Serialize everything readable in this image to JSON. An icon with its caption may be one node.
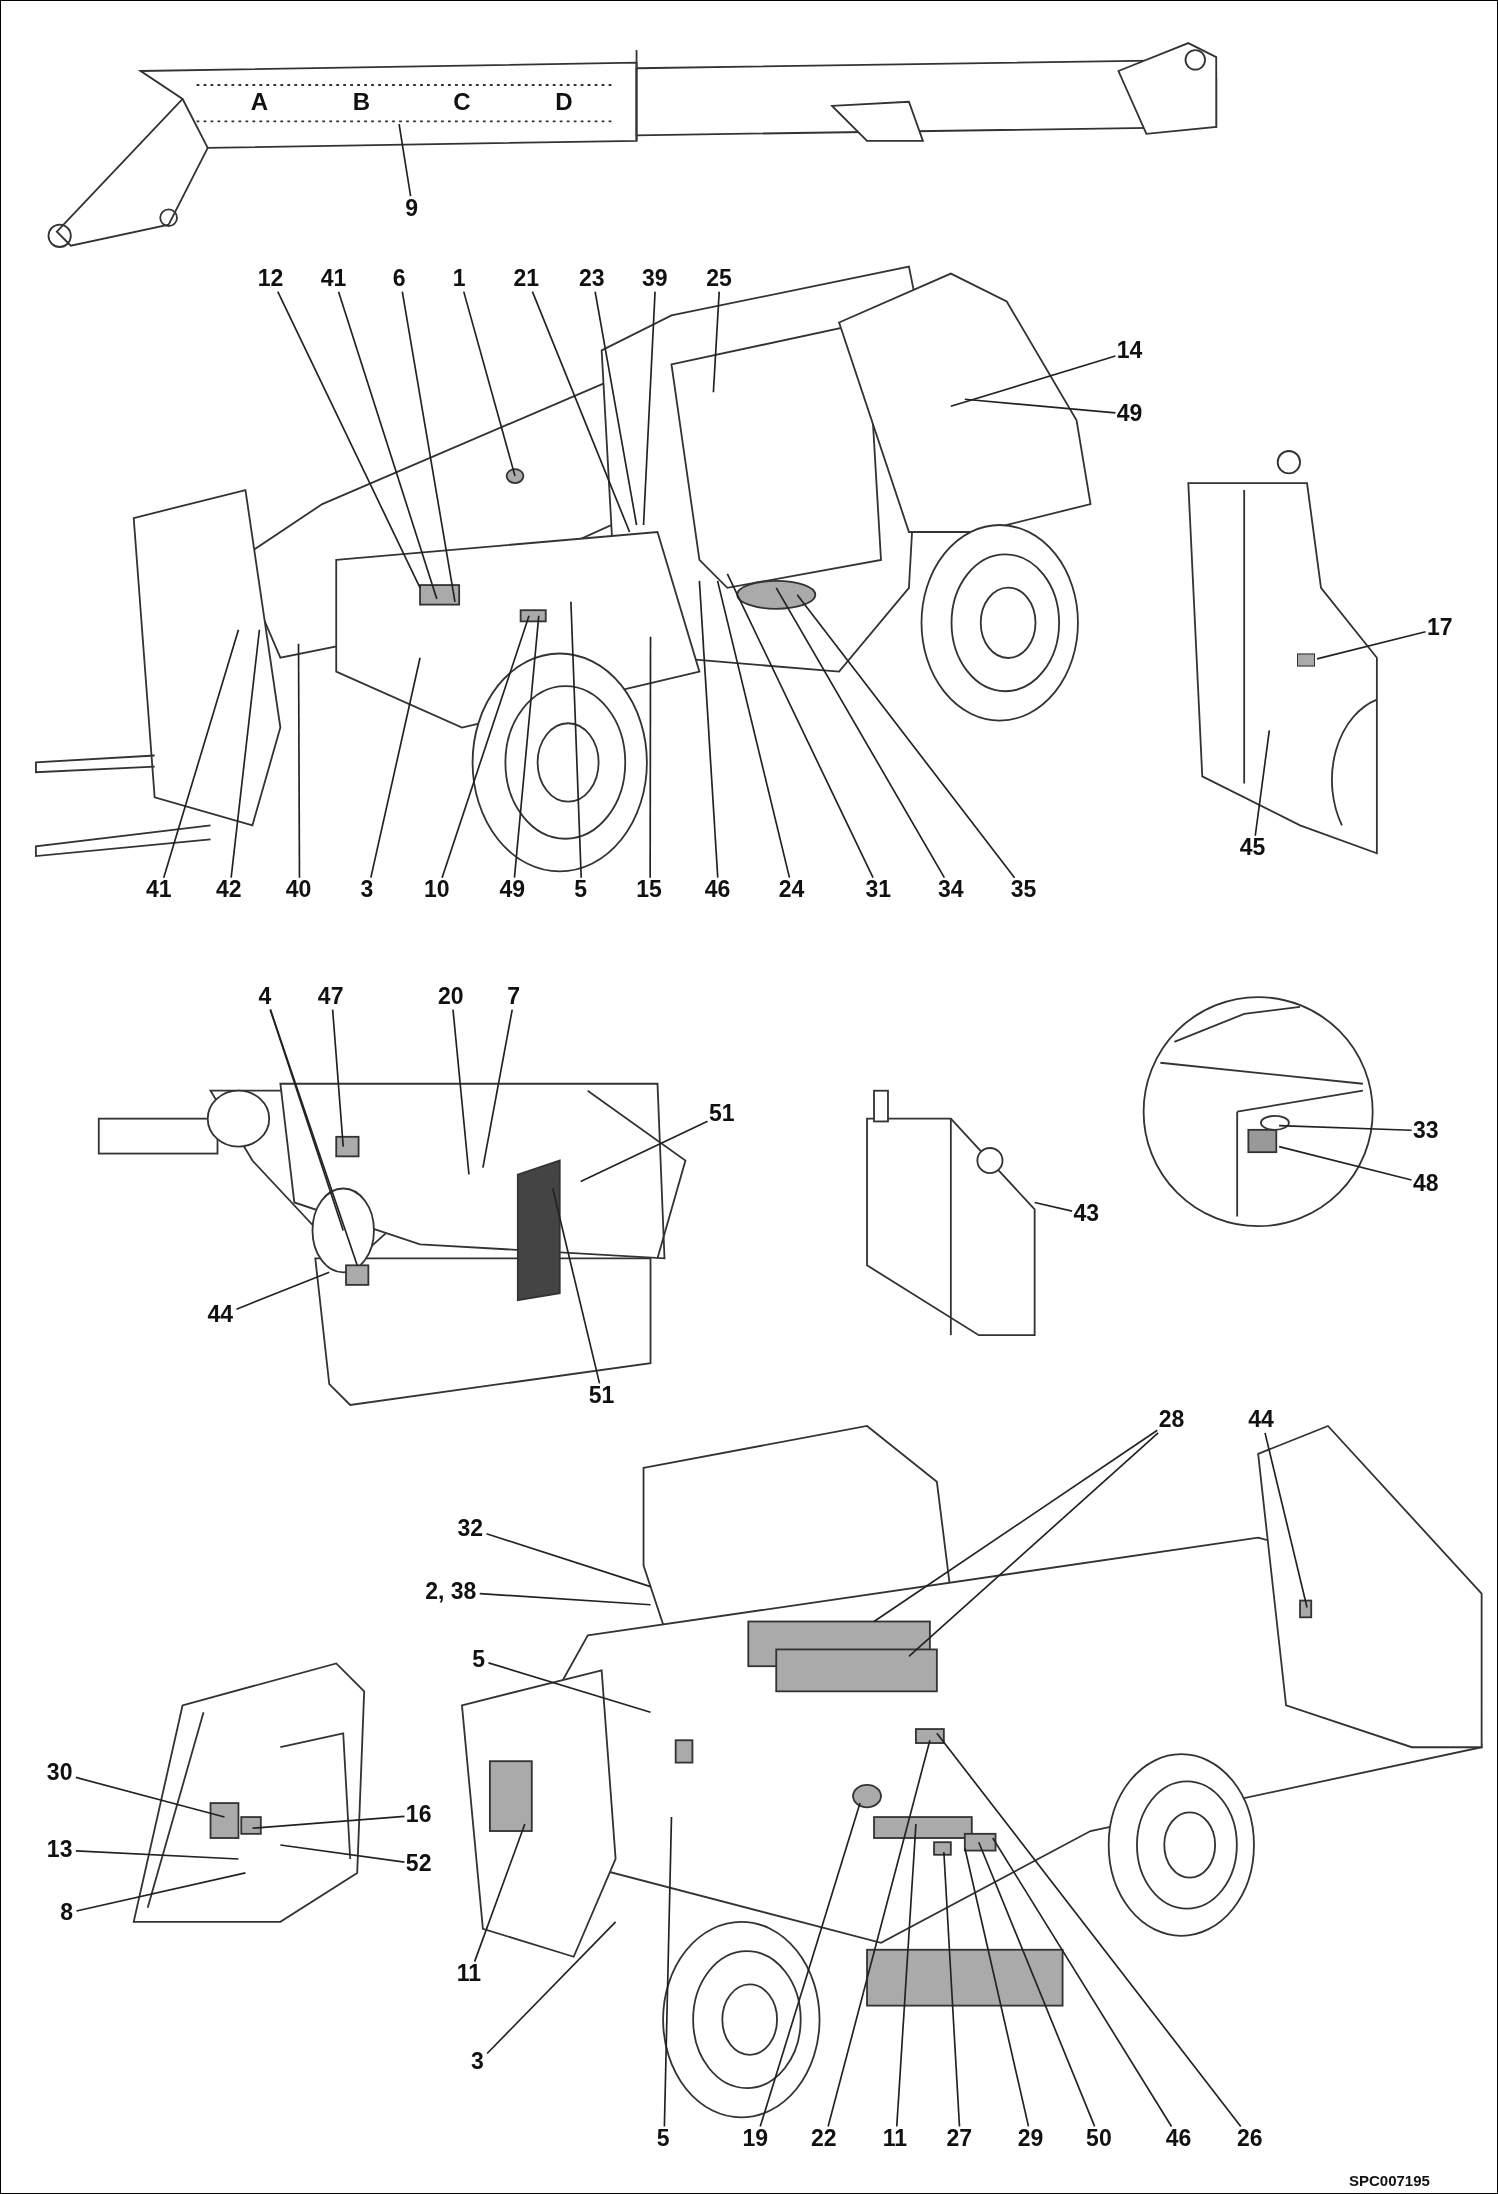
{
  "diagram": {
    "nodes": [
      {
        "text": [
          "9"
        ]
      },
      {
        "text": [
          "12"
        ]
      },
      {
        "text": [
          "41"
        ]
      },
      {
        "text": [
          "6"
        ]
      },
      {
        "text": [
          "1"
        ]
      },
      {
        "text": [
          "21"
        ]
      },
      {
        "text": [
          "23"
        ]
      },
      {
        "text": [
          "39"
        ]
      },
      {
        "text": [
          "25"
        ]
      },
      {
        "text": [
          "14"
        ]
      },
      {
        "text": [
          "49"
        ]
      },
      {
        "text": [
          "17"
        ]
      },
      {
        "text": [
          "41"
        ]
      },
      {
        "text": [
          "42"
        ]
      },
      {
        "text": [
          "40"
        ]
      },
      {
        "text": [
          "3"
        ]
      },
      {
        "text": [
          "10"
        ]
      },
      {
        "text": [
          "49"
        ]
      },
      {
        "text": [
          "5"
        ]
      },
      {
        "text": [
          "15"
        ]
      },
      {
        "text": [
          "46"
        ]
      },
      {
        "text": [
          "24"
        ]
      },
      {
        "text": [
          "31"
        ]
      },
      {
        "text": [
          "34"
        ]
      },
      {
        "text": [
          "35"
        ]
      },
      {
        "text": [
          "45"
        ]
      },
      {
        "text": [
          "4"
        ]
      },
      {
        "text": [
          "47"
        ]
      },
      {
        "text": [
          "20"
        ]
      },
      {
        "text": [
          "7"
        ]
      },
      {
        "text": [
          "51"
        ]
      },
      {
        "text": [
          "33"
        ]
      },
      {
        "text": [
          "48"
        ]
      },
      {
        "text": [
          "43"
        ]
      },
      {
        "text": [
          "44"
        ]
      },
      {
        "text": [
          "51"
        ]
      },
      {
        "text": [
          "28"
        ]
      },
      {
        "text": [
          "44"
        ]
      },
      {
        "text": [
          "32"
        ]
      },
      {
        "text": [
          "2, 38"
        ]
      },
      {
        "text": [
          "5"
        ]
      },
      {
        "text": [
          "30"
        ]
      },
      {
        "text": [
          "16"
        ]
      },
      {
        "text": [
          "13"
        ]
      },
      {
        "text": [
          "52"
        ]
      },
      {
        "text": [
          "8"
        ]
      },
      {
        "text": [
          "11"
        ]
      },
      {
        "text": [
          "3"
        ]
      },
      {
        "text": [
          "5"
        ]
      },
      {
        "text": [
          "19"
        ]
      },
      {
        "text": [
          "22"
        ]
      },
      {
        "text": [
          "11"
        ]
      },
      {
        "text": [
          "27"
        ]
      },
      {
        "text": [
          "29"
        ]
      },
      {
        "text": [
          "50"
        ]
      },
      {
        "text": [
          "46"
        ]
      },
      {
        "text": [
          "26"
        ]
      },
      {
        "text": [],
        "shape": "box"
      }
    ],
    "edges": [
      {
        "from": 0,
        "to": null,
        "arrow": "none"
      },
      {
        "from": 1,
        "to": null,
        "arrow": "none"
      },
      {
        "from": 2,
        "to": null,
        "arrow": "none"
      },
      {
        "from": 3,
        "to": null,
        "arrow": "none"
      },
      {
        "from": 4,
        "to": null,
        "arrow": "none"
      },
      {
        "from": 5,
        "to": null,
        "arrow": "none"
      },
      {
        "from": 6,
        "to": null,
        "arrow": "none"
      },
      {
        "from": 7,
        "to": null,
        "arrow": "none"
      },
      {
        "from": 8,
        "to": null,
        "arrow": "none"
      },
      {
        "from": 9,
        "to": null,
        "arrow": "none"
      },
      {
        "from": 10,
        "to": null,
        "arrow": "none"
      },
      {
        "from": 11,
        "to": 57,
        "arrow": "none"
      },
      {
        "from": 12,
        "to": null,
        "arrow": "none"
      },
      {
        "from": 13,
        "to": null,
        "arrow": "none"
      },
      {
        "from": 14,
        "to": null,
        "arrow": "none"
      },
      {
        "from": 15,
        "to": null,
        "arrow": "none"
      },
      {
        "from": 16,
        "to": null,
        "arrow": "none"
      },
      {
        "from": 17,
        "to": null,
        "arrow": "none"
      },
      {
        "from": 18,
        "to": null,
        "arrow": "none"
      },
      {
        "from": 19,
        "to": null,
        "arrow": "none"
      },
      {
        "from": 20,
        "to": null,
        "arrow": "none"
      },
      {
        "from": 21,
        "to": null,
        "arrow": "none"
      },
      {
        "from": 22,
        "to": null,
        "arrow": "none"
      },
      {
        "from": 23,
        "to": null,
        "arrow": "none"
      },
      {
        "from": 24,
        "to": null,
        "arrow": "none"
      },
      {
        "from": 25,
        "to": null,
        "arrow": "none"
      },
      {
        "from": 26,
        "to": null,
        "arrow": "none"
      },
      {
        "from": 26,
        "to": null,
        "arrow": "none"
      },
      {
        "from": 27,
        "to": null,
        "arrow": "none"
      },
      {
        "from": 28,
        "to": null,
        "arrow": "none"
      },
      {
        "from": 29,
        "to": null,
        "arrow": "none"
      },
      {
        "from": 30,
        "to": null,
        "arrow": "none"
      },
      {
        "from": 31,
        "to": null,
        "arrow": "none"
      },
      {
        "from": 32,
        "to": null,
        "arrow": "none"
      },
      {
        "from": 33,
        "to": null,
        "arrow": "none"
      },
      {
        "from": 34,
        "to": null,
        "arrow": "none"
      },
      {
        "from": 35,
        "to": null,
        "arrow": "none"
      },
      {
        "from": 36,
        "to": null,
        "arrow": "none"
      },
      {
        "from": 36,
        "to": null,
        "arrow": "none"
      },
      {
        "from": 37,
        "to": null,
        "arrow": "none"
      },
      {
        "from": 38,
        "to": null,
        "arrow": "none"
      },
      {
        "from": 39,
        "to": null,
        "arrow": "none"
      },
      {
        "from": 40,
        "to": null,
        "arrow": "none"
      },
      {
        "from": 41,
        "to": null,
        "arrow": "none"
      },
      {
        "from": 42,
        "to": null,
        "arrow": "none"
      },
      {
        "from": 43,
        "to": null,
        "arrow": "none"
      },
      {
        "from": 44,
        "to": null,
        "arrow": "none"
      },
      {
        "from": 45,
        "to": null,
        "arrow": "none"
      },
      {
        "from": 46,
        "to": null,
        "arrow": "none"
      },
      {
        "from": 47,
        "to": null,
        "arrow": "none"
      },
      {
        "from": 48,
        "to": null,
        "arrow": "none"
      },
      {
        "from": 49,
        "to": null,
        "arrow": "none"
      },
      {
        "from": 50,
        "to": null,
        "arrow": "none"
      },
      {
        "from": 51,
        "to": null,
        "arrow": "none"
      },
      {
        "from": 52,
        "to": null,
        "arrow": "none"
      },
      {
        "from": 53,
        "to": null,
        "arrow": "none"
      },
      {
        "from": 54,
        "to": null,
        "arrow": "none"
      },
      {
        "from": 55,
        "to": null,
        "arrow": "none"
      },
      {
        "from": 56,
        "to": null,
        "arrow": "none"
      }
    ],
    "labels": [
      "A",
      "B",
      "C",
      "D",
      "SPC007195"
    ]
  }
}
